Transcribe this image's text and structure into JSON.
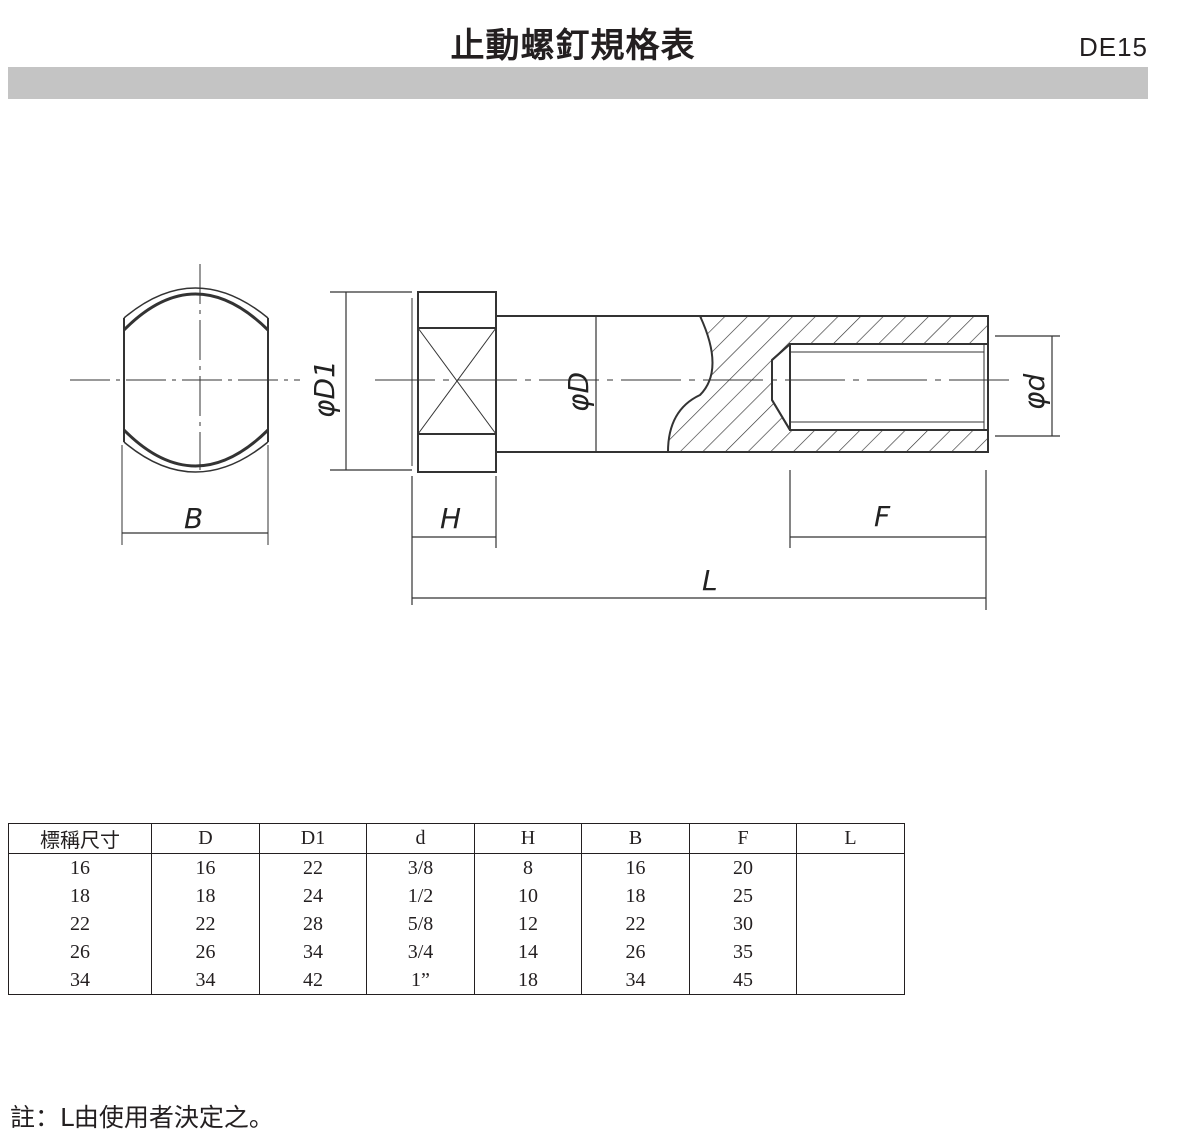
{
  "header": {
    "title": "止動螺釘規格表",
    "code": "DE15"
  },
  "drawing": {
    "labels": {
      "B": "B",
      "H": "H",
      "F": "F",
      "L": "L",
      "D1": "φD1",
      "D": "φD",
      "d": "φd"
    }
  },
  "table": {
    "headers": [
      "標稱尺寸",
      "D",
      "D1",
      "d",
      "H",
      "B",
      "F",
      "L"
    ],
    "rows": [
      [
        "16",
        "16",
        "22",
        "3/8",
        "8",
        "16",
        "20",
        ""
      ],
      [
        "18",
        "18",
        "24",
        "1/2",
        "10",
        "18",
        "25",
        ""
      ],
      [
        "22",
        "22",
        "28",
        "5/8",
        "12",
        "22",
        "30",
        ""
      ],
      [
        "26",
        "26",
        "34",
        "3/4",
        "14",
        "26",
        "35",
        ""
      ],
      [
        "34",
        "34",
        "42",
        "1”",
        "18",
        "34",
        "45",
        ""
      ]
    ]
  },
  "note": "註：L由使用者決定之。"
}
